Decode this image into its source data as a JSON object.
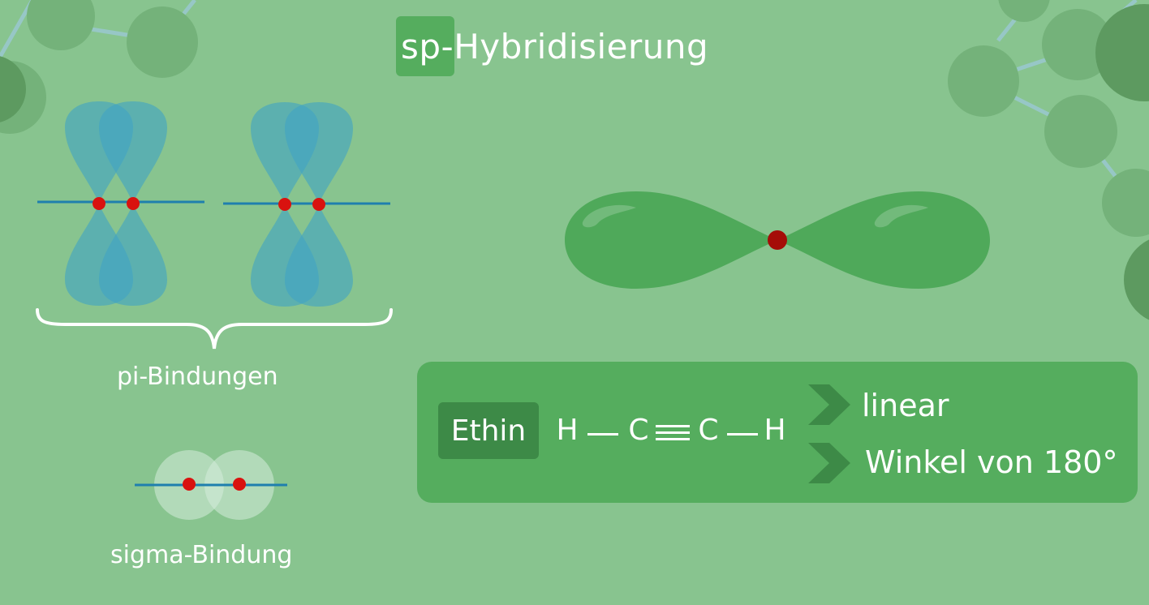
{
  "title": {
    "highlight": "sp",
    "rest": "-Hybridisierung"
  },
  "labels": {
    "pi": "pi-Bindungen",
    "sigma": "sigma-Bindung"
  },
  "info": {
    "compound": "Ethin",
    "formula": [
      "H",
      "C",
      "C",
      "H"
    ],
    "properties": [
      "linear",
      "Winkel von 180°"
    ]
  },
  "colors": {
    "background": "#88c48f",
    "box": "#55ad5e",
    "chip_dark": "#3d8a47",
    "orbital_blue": "#3fa3c4",
    "nucleus_red": "#d9120f",
    "nucleus_dark_red": "#a50d08",
    "hybrid_orbital": "#4fa95a"
  }
}
